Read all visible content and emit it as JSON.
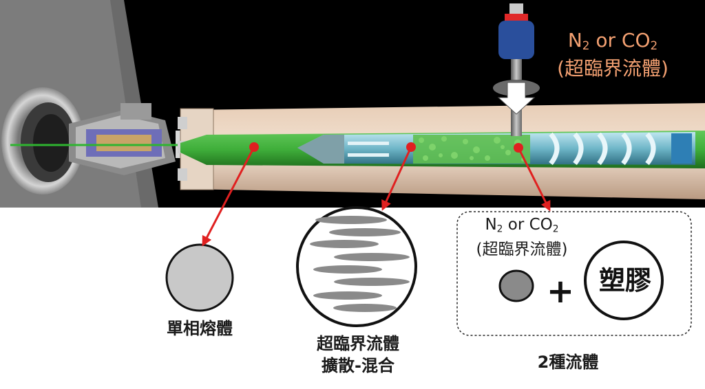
{
  "gas_label_top": {
    "formula_a_main": "N",
    "formula_a_sub": "2",
    "connector": " or ",
    "formula_b_main": "CO",
    "formula_b_sub": "2",
    "supercritical": "(超臨界流體)"
  },
  "gas_label_box": {
    "formula_a_main": "N",
    "formula_a_sub": "2",
    "connector": " or ",
    "formula_b_main": "CO",
    "formula_b_sub": "2",
    "supercritical": "(超臨界流體)"
  },
  "plus_sign": "+",
  "plastic_label": "塑膠",
  "captions": {
    "single_phase_melt": "單相熔體",
    "dispersion_line1": "超臨界流體",
    "dispersion_line2": "擴散-混合",
    "two_fluids": "2種流體"
  },
  "colors": {
    "background_top": "#000000",
    "melt_green": "#3fae3a",
    "barrel": "#d9b89c",
    "arrow_red": "#e02020",
    "gas_label": "#f4a172",
    "bubble_grey": "#c8c8c8"
  }
}
